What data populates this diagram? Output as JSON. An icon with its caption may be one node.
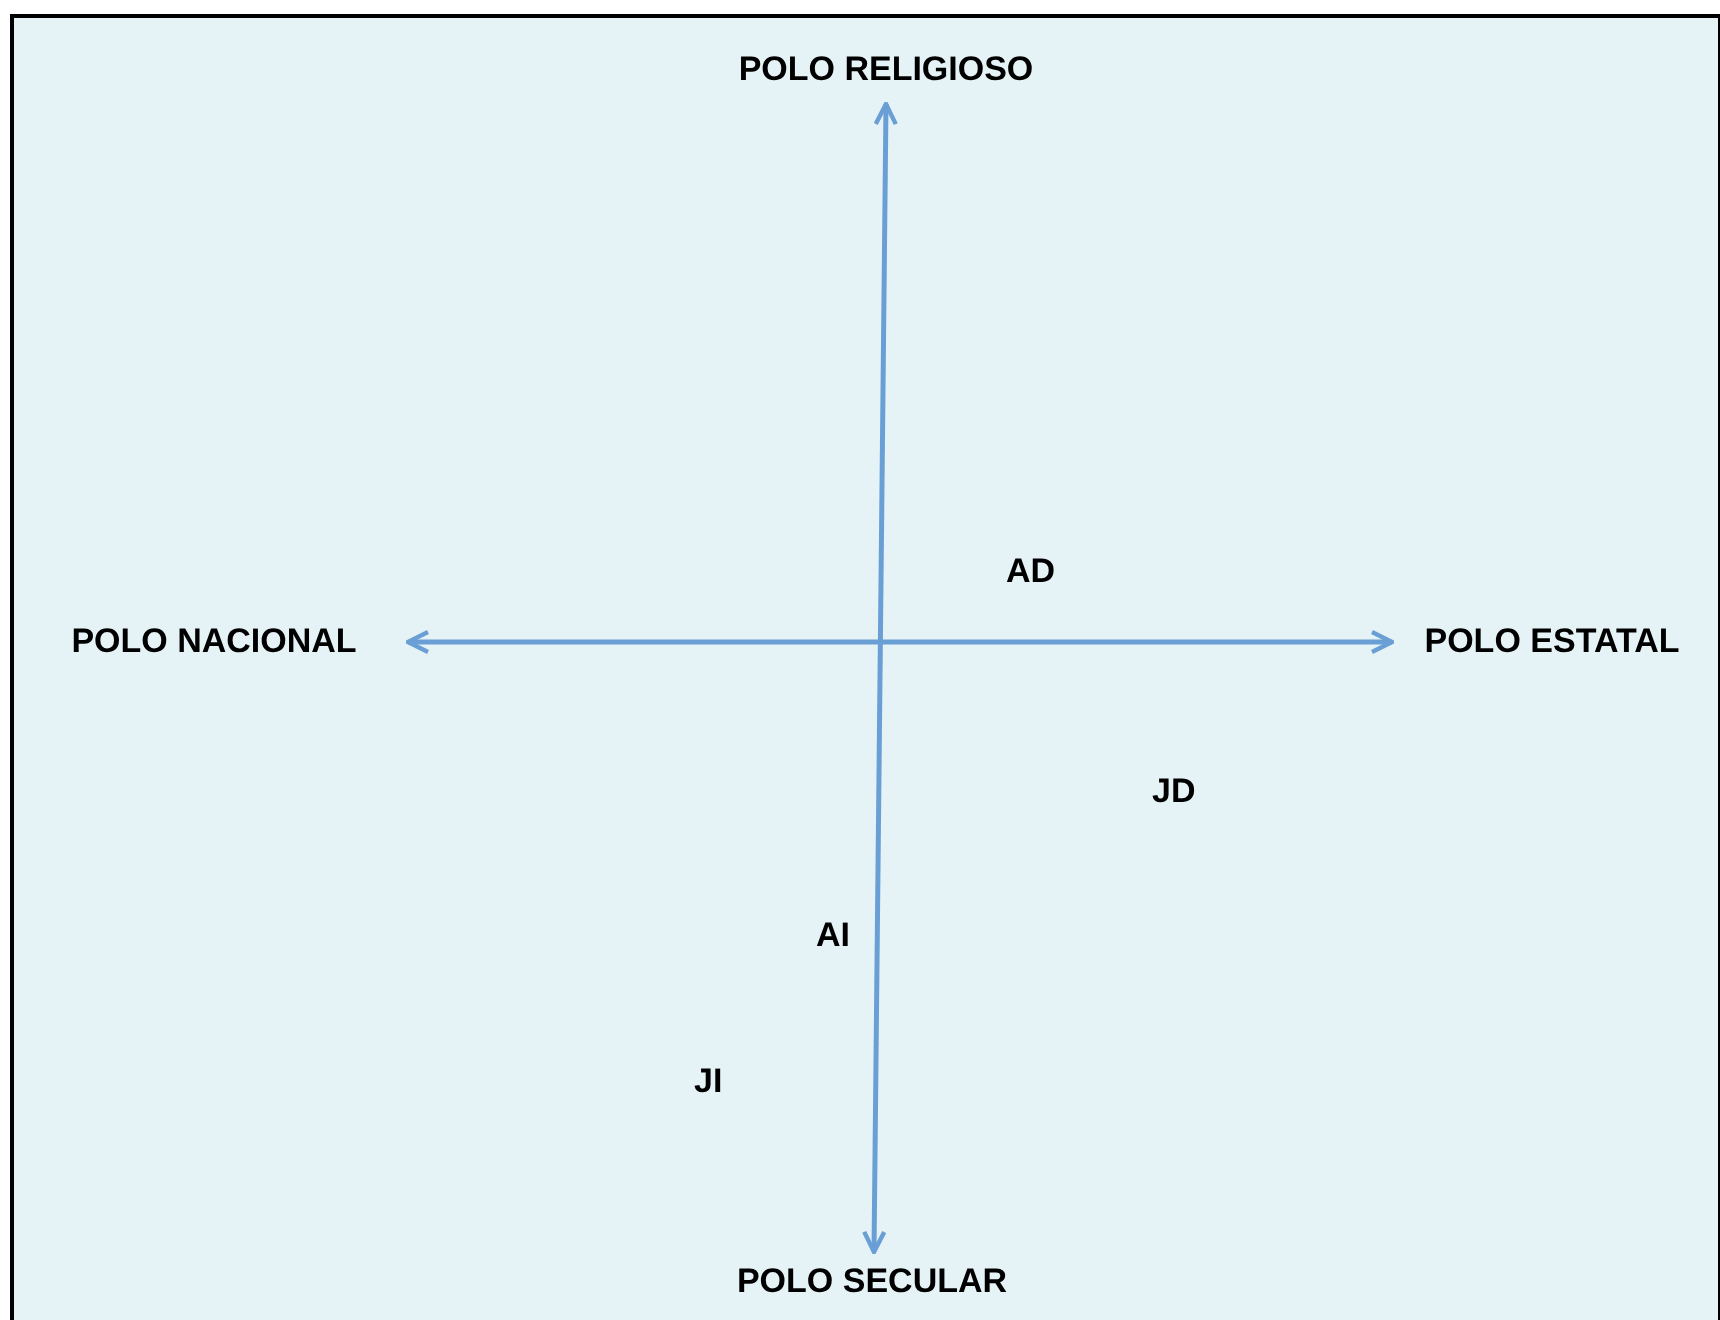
{
  "diagram": {
    "nodes": [
      {
        "text": [
          "POLO RELIGIOSO"
        ]
      },
      {
        "text": [
          "POLO NACIONAL"
        ]
      },
      {
        "text": [
          "POLO ESTATAL"
        ]
      },
      {
        "text": [
          "POLO SECULAR"
        ]
      }
    ],
    "edges": [
      {
        "from": 0,
        "to": 3,
        "arrow": "both"
      },
      {
        "from": 1,
        "to": 2,
        "arrow": "both"
      }
    ],
    "labels": [
      "AD",
      "JD",
      "AI",
      "JI"
    ]
  }
}
